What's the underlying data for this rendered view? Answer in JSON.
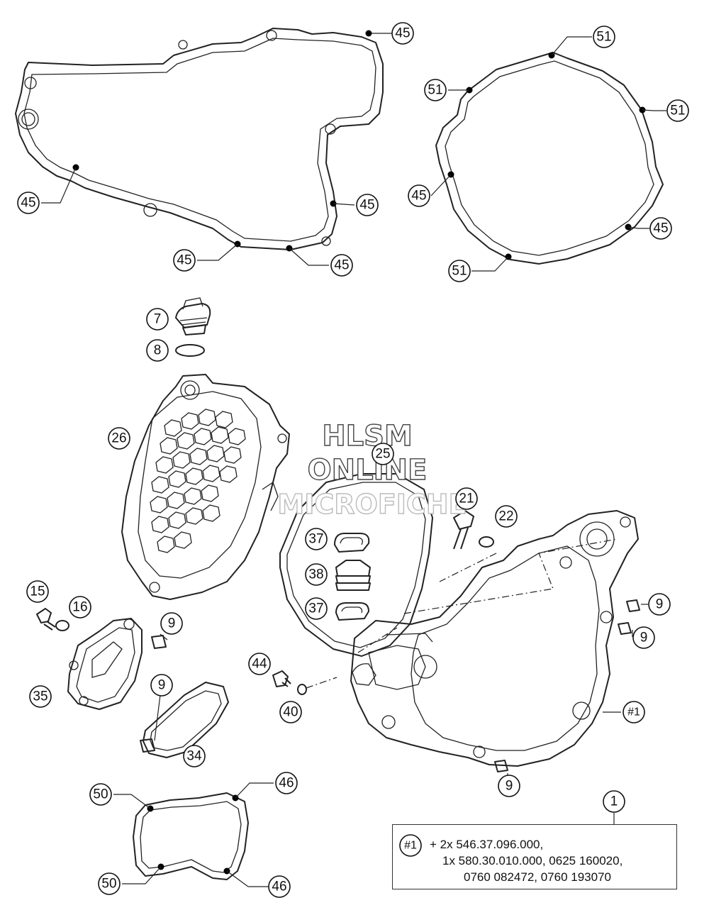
{
  "watermark": {
    "line1": "HLSM",
    "line2": "ONLINE",
    "line3": "MICROFICHE"
  },
  "callouts": [
    {
      "id": "c45a",
      "label": "45"
    },
    {
      "id": "c45b",
      "label": "45"
    },
    {
      "id": "c45c",
      "label": "45"
    },
    {
      "id": "c45d",
      "label": "45"
    },
    {
      "id": "c45e",
      "label": "45"
    },
    {
      "id": "c51a",
      "label": "51"
    },
    {
      "id": "c51b",
      "label": "51"
    },
    {
      "id": "c51c",
      "label": "51"
    },
    {
      "id": "c45f",
      "label": "45"
    },
    {
      "id": "c45g",
      "label": "45"
    },
    {
      "id": "c51d",
      "label": "51"
    },
    {
      "id": "c7",
      "label": "7"
    },
    {
      "id": "c8",
      "label": "8"
    },
    {
      "id": "c26",
      "label": "26"
    },
    {
      "id": "c25",
      "label": "25"
    },
    {
      "id": "c21",
      "label": "21"
    },
    {
      "id": "c22",
      "label": "22"
    },
    {
      "id": "c37a",
      "label": "37"
    },
    {
      "id": "c38",
      "label": "38"
    },
    {
      "id": "c37b",
      "label": "37"
    },
    {
      "id": "c15",
      "label": "15"
    },
    {
      "id": "c16",
      "label": "16"
    },
    {
      "id": "c9a",
      "label": "9"
    },
    {
      "id": "c9b",
      "label": "9"
    },
    {
      "id": "c9c",
      "label": "9"
    },
    {
      "id": "c9d",
      "label": "9"
    },
    {
      "id": "c9e",
      "label": "9"
    },
    {
      "id": "c35",
      "label": "35"
    },
    {
      "id": "c34",
      "label": "34"
    },
    {
      "id": "c44",
      "label": "44"
    },
    {
      "id": "c40",
      "label": "40"
    },
    {
      "id": "c1ref",
      "label": "#1"
    },
    {
      "id": "c50a",
      "label": "50"
    },
    {
      "id": "c46a",
      "label": "46"
    },
    {
      "id": "c50b",
      "label": "50"
    },
    {
      "id": "c46b",
      "label": "46"
    },
    {
      "id": "c1",
      "label": "1"
    }
  ],
  "note": {
    "ref_label": "#1",
    "line1": "+ 2x 546.37.096.000,",
    "line2": "1x 580.30.010.000, 0625 160020,",
    "line3": "0760 082472, 0760 193070"
  }
}
